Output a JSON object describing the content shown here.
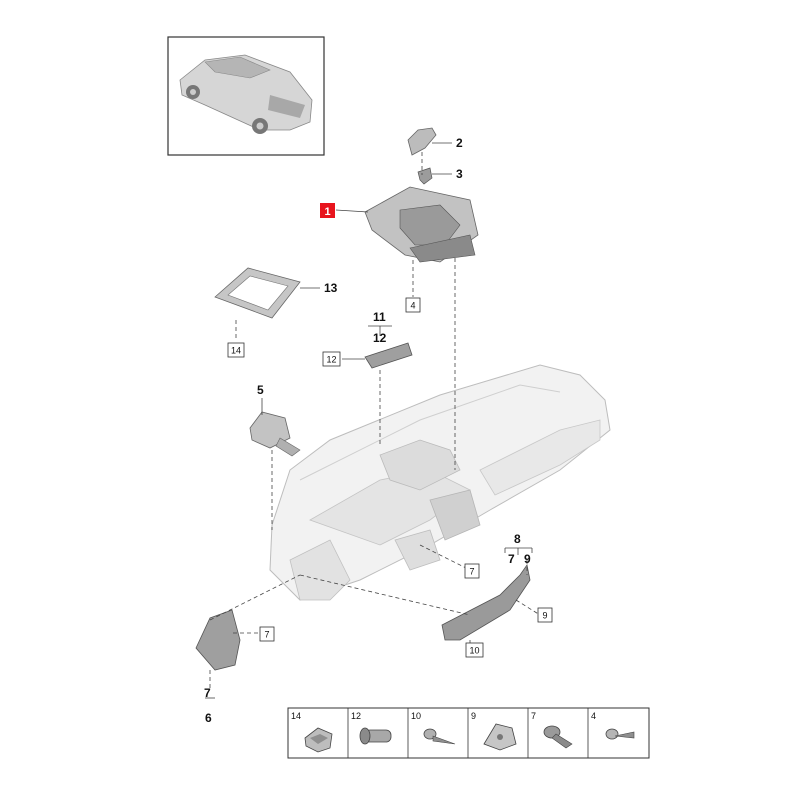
{
  "callouts": {
    "c1": "1",
    "c2": "2",
    "c3": "3",
    "c4": "4",
    "c5": "5",
    "c6": "6",
    "c7a": "7",
    "c7b": "7",
    "c7c": "7",
    "c7d": "7",
    "c8": "8",
    "c9a": "9",
    "c9b": "9",
    "c10": "10",
    "c11": "11",
    "c12a": "12",
    "c12b": "12",
    "c13": "13",
    "c14": "14"
  },
  "legend": {
    "items": [
      {
        "num": "14",
        "icon": "clip-icon"
      },
      {
        "num": "12",
        "icon": "plug-rivet-icon"
      },
      {
        "num": "10",
        "icon": "self-tapping-screw-icon"
      },
      {
        "num": "9",
        "icon": "spring-nut-icon"
      },
      {
        "num": "7",
        "icon": "expanding-rivet-icon"
      },
      {
        "num": "4",
        "icon": "torx-screw-icon"
      }
    ]
  },
  "colors": {
    "highlight": "#e8141d",
    "line": "#333333",
    "part_fill": "#c9c9c9",
    "dash_fill": "#f1f1f1"
  }
}
